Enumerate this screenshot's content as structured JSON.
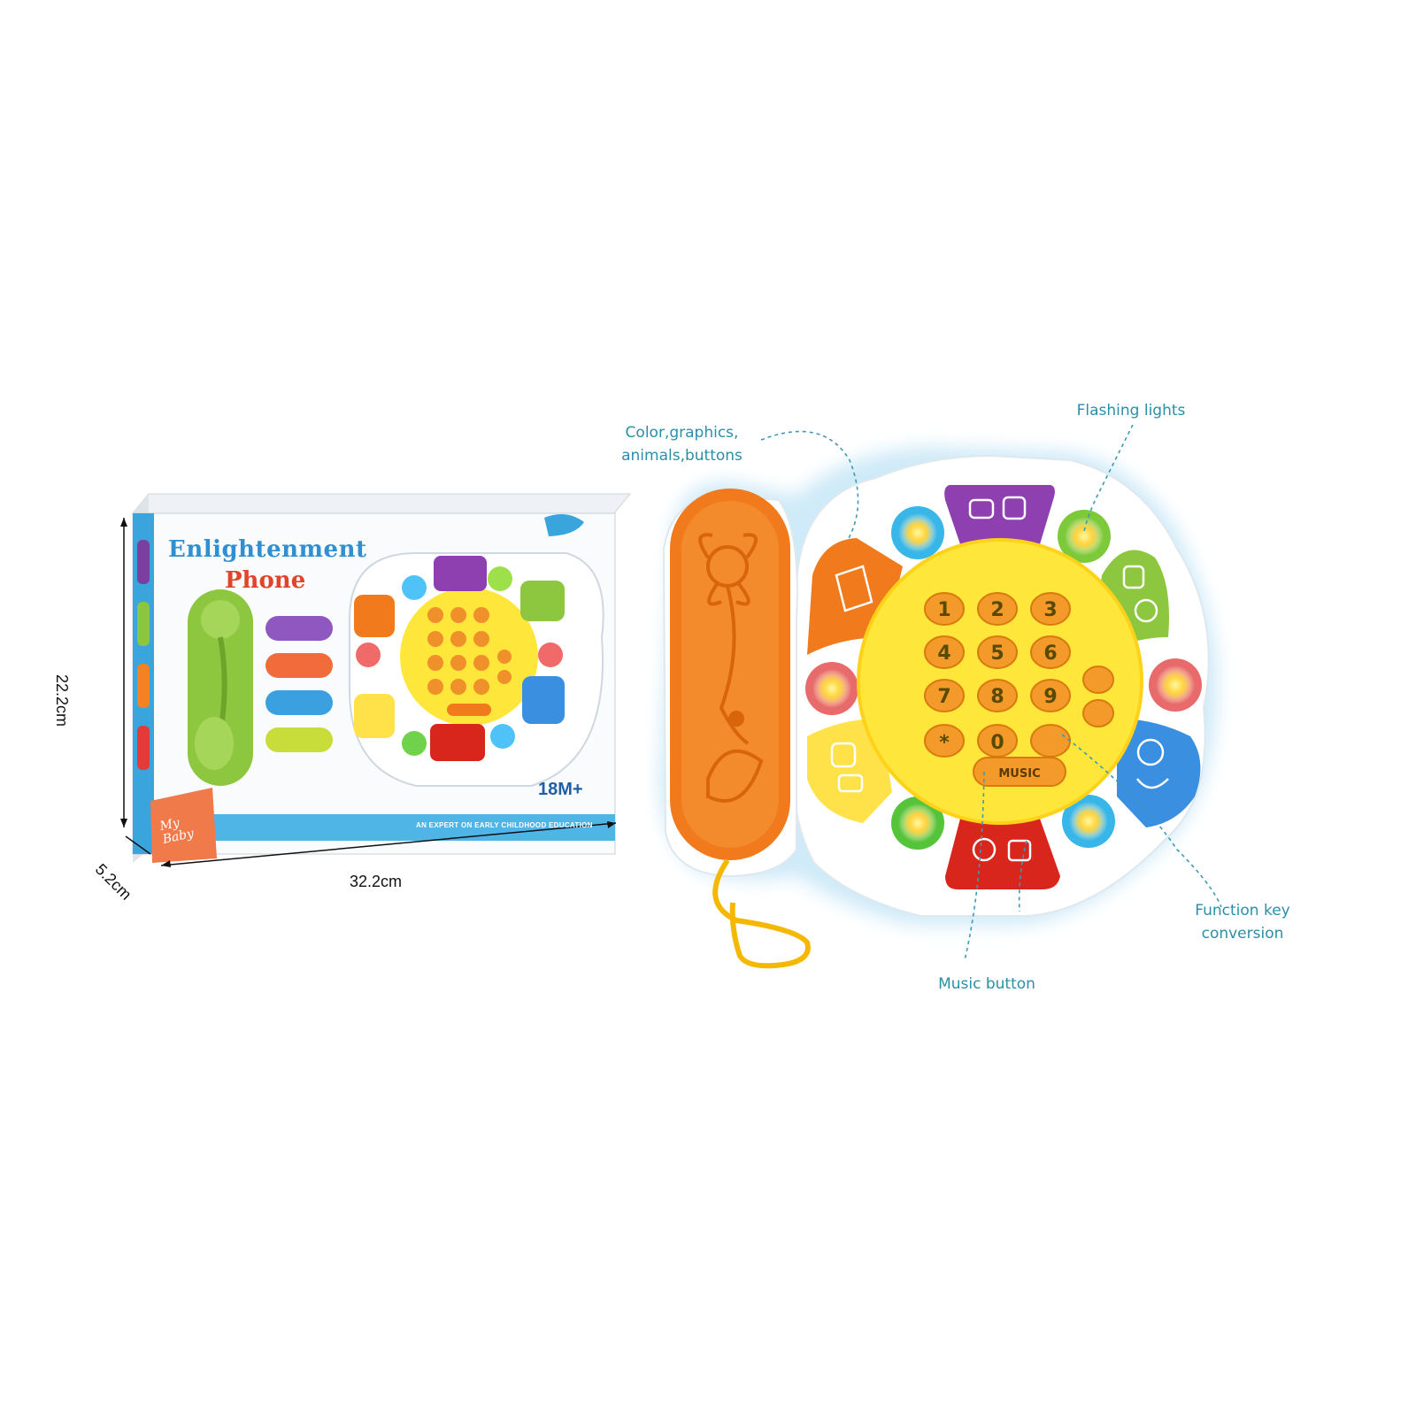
{
  "box": {
    "title_line1": "Enlightenment",
    "title_line2": "Phone",
    "age": "18M+",
    "tagline": "AN EXPERT ON EARLY CHILDHOOD EDUCATION",
    "brand": "My Baby",
    "dim_height": "22.2cm",
    "dim_depth": "5.2cm",
    "dim_width": "32.2cm"
  },
  "toy": {
    "music_label": "MUSIC",
    "keypad": [
      "1",
      "2",
      "3",
      "4",
      "5",
      "6",
      "7",
      "8",
      "9",
      "*",
      "0"
    ]
  },
  "callouts": {
    "color_line1": "Color,graphics,",
    "color_line2": "animals,buttons",
    "flashing": "Flashing lights",
    "function_line1": "Function key",
    "function_line2": "conversion",
    "music": "Music button"
  },
  "colors": {
    "accent_blue": "#2f8fd0",
    "phone_orange": "#f07a1c",
    "keypad_yellow": "#ffe63a",
    "callout_teal": "#2a8fa8"
  }
}
